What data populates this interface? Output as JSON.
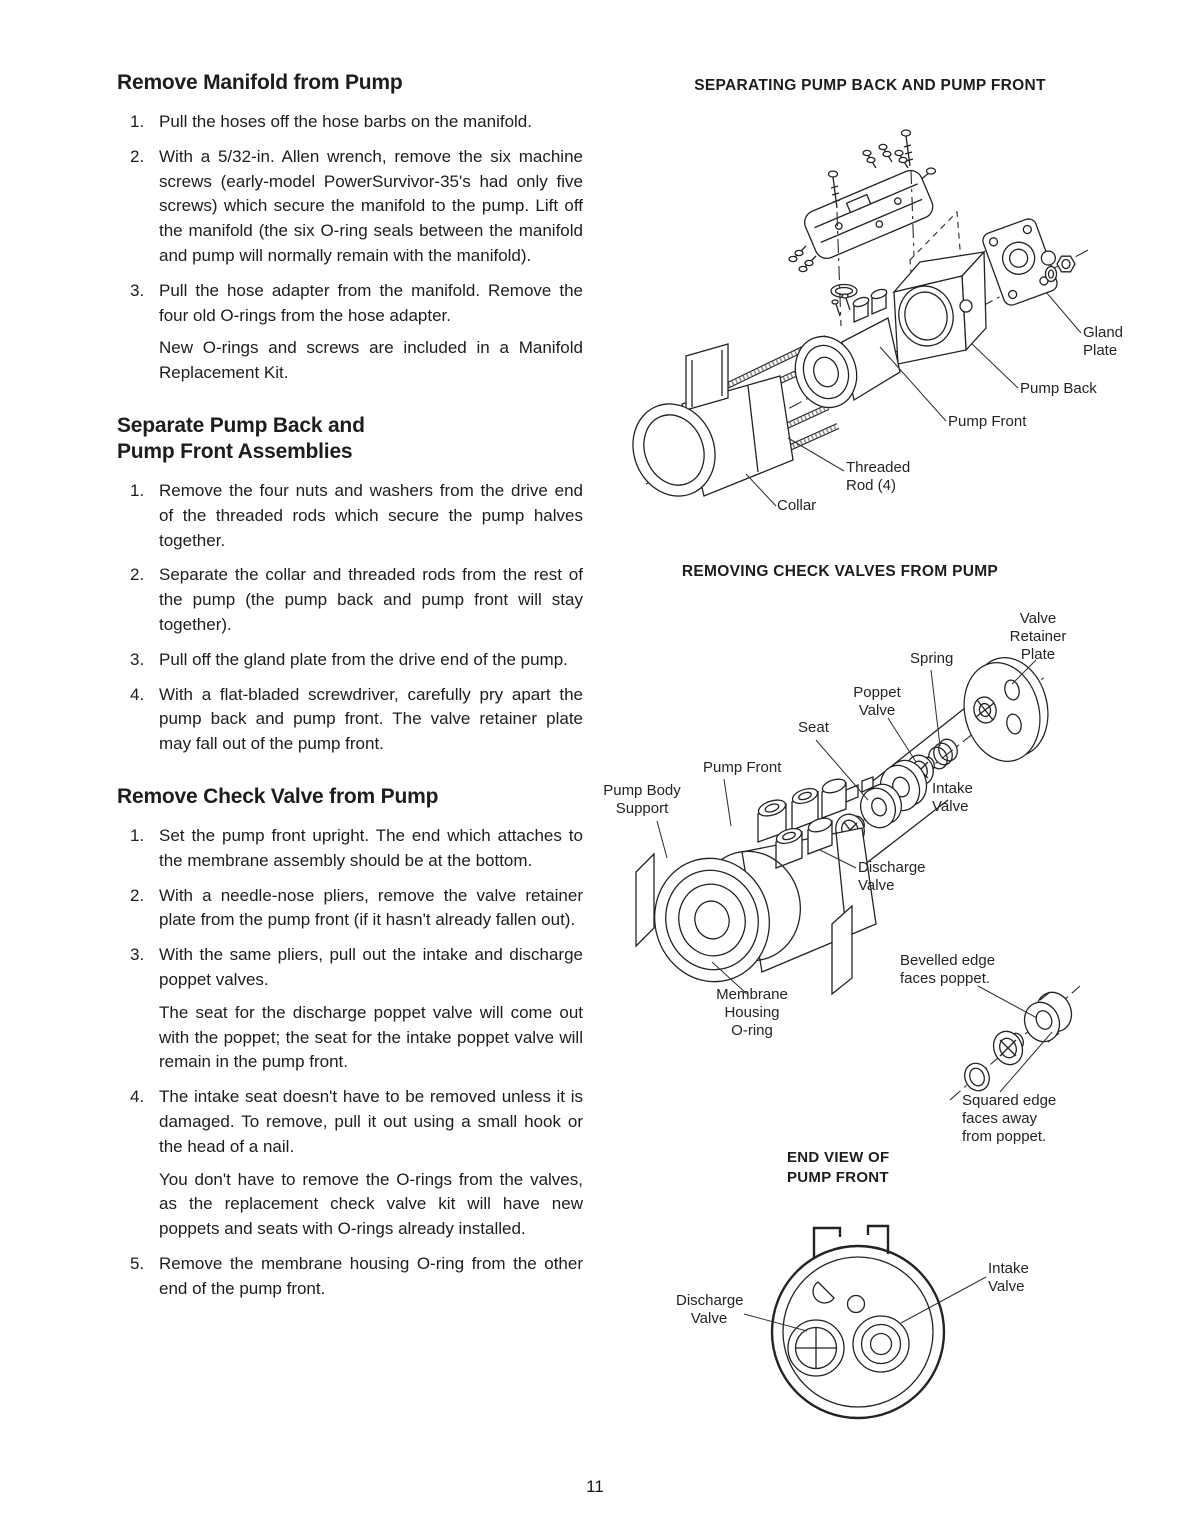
{
  "theme": {
    "ink": "#1d1d1d",
    "paper": "#ffffff"
  },
  "page": {
    "number": "11"
  },
  "left": {
    "sections": [
      {
        "title": "Remove Manifold from Pump",
        "items": [
          {
            "num": "1.",
            "paras": [
              "Pull the hoses off the hose barbs on the manifold."
            ]
          },
          {
            "num": "2.",
            "paras": [
              "With a 5/32-in. Allen wrench, remove the six machine screws (early-model PowerSurvivor-35's had only five screws) which secure the manifold to the pump.  Lift off the manifold (the six O-ring seals between the manifold and pump will normally remain with the manifold)."
            ]
          },
          {
            "num": "3.",
            "paras": [
              "Pull the hose adapter from the manifold.  Remove the four old O-rings from the hose adapter.",
              "New O-rings and screws are included in a Manifold Replacement Kit."
            ]
          }
        ]
      },
      {
        "title": "Separate Pump Back and\nPump Front Assemblies",
        "items": [
          {
            "num": "1.",
            "paras": [
              "Remove the four nuts and washers from the drive end of the threaded rods which secure the pump halves together."
            ]
          },
          {
            "num": "2.",
            "paras": [
              "Separate the collar and threaded rods from the rest of the pump (the pump back and pump front will stay together)."
            ]
          },
          {
            "num": "3.",
            "paras": [
              "Pull off the gland plate from the drive end of the pump."
            ]
          },
          {
            "num": "4.",
            "paras": [
              "With a flat-bladed screwdriver, carefully pry apart the pump back and pump front.  The valve retainer plate may fall out of the pump front."
            ]
          }
        ]
      },
      {
        "title": "Remove Check Valve from Pump",
        "items": [
          {
            "num": "1.",
            "paras": [
              "Set the pump front upright.  The end which attaches to the membrane assembly should be at the bottom."
            ]
          },
          {
            "num": "2.",
            "paras": [
              "With a needle-nose pliers, remove the valve retainer plate from the pump front (if it hasn't already fallen out)."
            ]
          },
          {
            "num": "3.",
            "paras": [
              "With the same pliers, pull out the intake and discharge poppet valves.",
              "The seat for the discharge poppet valve will come out with the poppet; the seat for the intake poppet valve will remain in the pump front."
            ]
          },
          {
            "num": "4.",
            "paras": [
              "The intake seat doesn't have to be removed unless it is damaged.  To remove, pull it out using a small hook or the head of a nail.",
              "You don't have to remove the O-rings from the valves, as the replacement check valve kit will have new poppets and seats with O-rings already installed."
            ]
          },
          {
            "num": "5.",
            "paras": [
              "Remove the membrane housing O-ring from the other end of the pump front."
            ]
          }
        ]
      }
    ]
  },
  "figures": {
    "separating": {
      "title": "SEPARATING PUMP BACK AND PUMP FRONT",
      "labels": {
        "gland_plate": "Gland\nPlate",
        "pump_back": "Pump Back",
        "pump_front": "Pump Front",
        "threaded_rod": "Threaded\nRod (4)",
        "collar": "Collar"
      }
    },
    "removing": {
      "title": "REMOVING CHECK VALVES FROM PUMP",
      "labels": {
        "valve_retainer_plate": "Valve\nRetainer\nPlate",
        "spring": "Spring",
        "poppet_valve": "Poppet\nValve",
        "seat": "Seat",
        "pump_front": "Pump Front",
        "pump_body_support": "Pump Body\nSupport",
        "intake_valve": "Intake\nValve",
        "discharge_valve": "Discharge\nValve",
        "membrane_housing_oring": "Membrane\nHousing\nO-ring",
        "bevelled_edge": "Bevelled edge\nfaces poppet.",
        "squared_edge": "Squared edge\nfaces away\nfrom poppet."
      }
    },
    "end_view": {
      "title": "END VIEW OF\nPUMP FRONT",
      "labels": {
        "discharge_valve": "Discharge\nValve",
        "intake_valve": "Intake\nValve"
      }
    }
  }
}
